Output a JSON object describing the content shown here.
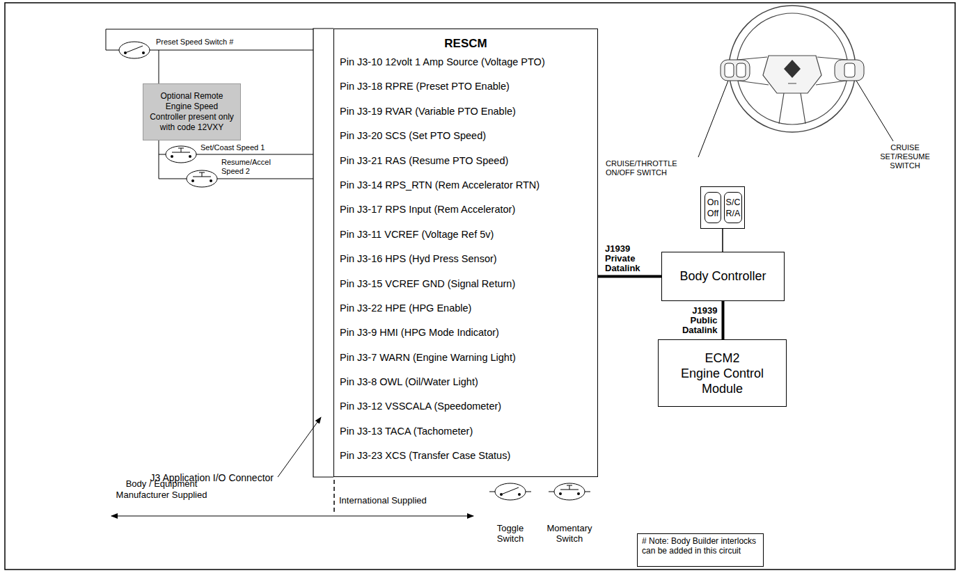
{
  "diagram": {
    "nodes": [
      {
        "text": [
          "RESCM",
          "Pin J3-10 12volt 1 Amp Source (Voltage PTO)",
          "Pin J3-18 RPRE (Preset PTO Enable)",
          "Pin J3-19 RVAR (Variable PTO Enable)",
          "Pin J3-20 SCS (Set PTO Speed)",
          "Pin J3-21 RAS (Resume PTO Speed)",
          "Pin J3-14 RPS_RTN (Rem Accelerator RTN)",
          "Pin J3-17 RPS Input (Rem Accelerator)",
          "Pin J3-11 VCREF (Voltage Ref 5v)",
          "Pin J3-16 HPS (Hyd Press Sensor)",
          "Pin J3-15 VCREF GND (Signal Return)",
          "Pin J3-22 HPE (HPG Enable)",
          "Pin J3-9 HMI (HPG Mode Indicator)",
          "Pin J3-7 WARN (Engine Warning Light)",
          "Pin J3-8 OWL (Oil/Water Light)",
          "Pin J3-12 VSSCALA (Speedometer)",
          "Pin J3-13 TACA (Tachometer)",
          "Pin J3-23 XCS (Transfer Case Status)"
        ]
      },
      {
        "text": [
          "Optional Remote Engine Speed Controller present only with code 12VXY"
        ]
      },
      {
        "text": []
      },
      {
        "text": [
          "On Off"
        ],
        "in": 2
      },
      {
        "text": [
          "S/C R/A"
        ],
        "in": 2
      },
      {
        "text": [
          "Body Controller"
        ]
      },
      {
        "text": [
          "ECM2",
          "Engine Control Module"
        ]
      },
      {
        "text": [
          "# Note: Body Builder interlocks can be added in this circuit"
        ]
      }
    ],
    "edges": [
      {
        "from": 0,
        "to": 5,
        "arrow": "none",
        "label": "J1939 Private Datalink"
      },
      {
        "from": 2,
        "to": 5,
        "arrow": "none"
      },
      {
        "from": 5,
        "to": 6,
        "arrow": "none",
        "label": "J1939 Public Datalink"
      }
    ],
    "labels": [
      "Preset Speed Switch #",
      "Set/Coast Speed 1",
      "Resume/Accel Speed 2",
      "CRUISE/THROTTLE ON/OFF SWITCH",
      "CRUISE SET/RESUME SWITCH",
      "J3 Application I/O Connector",
      "Body / Equipment Manufacturer Supplied",
      "International Supplied",
      "Toggle Switch",
      "Momentary Switch"
    ]
  }
}
